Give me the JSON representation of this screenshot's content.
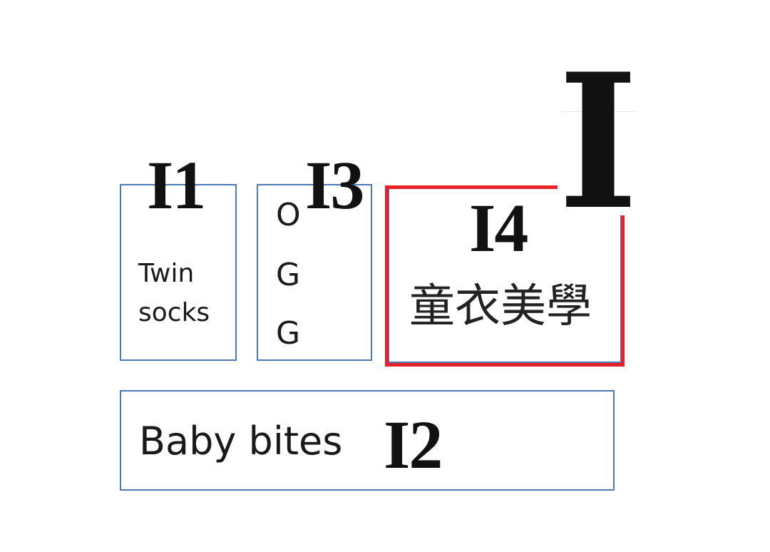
{
  "cursor": {
    "glyph": "I"
  },
  "boxes": {
    "i1": {
      "id_label": "I1",
      "line1": "Twin",
      "line2": "socks",
      "border_color": "#4a7ab5"
    },
    "i3": {
      "id_label": "I3",
      "line1": "O",
      "line2": "G",
      "line3": "G",
      "border_color": "#4a7ab5"
    },
    "i4": {
      "id_label": "I4",
      "text": "童衣美學",
      "border_color": "#e8202a"
    },
    "i2": {
      "id_label": "I2",
      "text": "Baby bites",
      "border_color": "#4a7ab5"
    }
  }
}
